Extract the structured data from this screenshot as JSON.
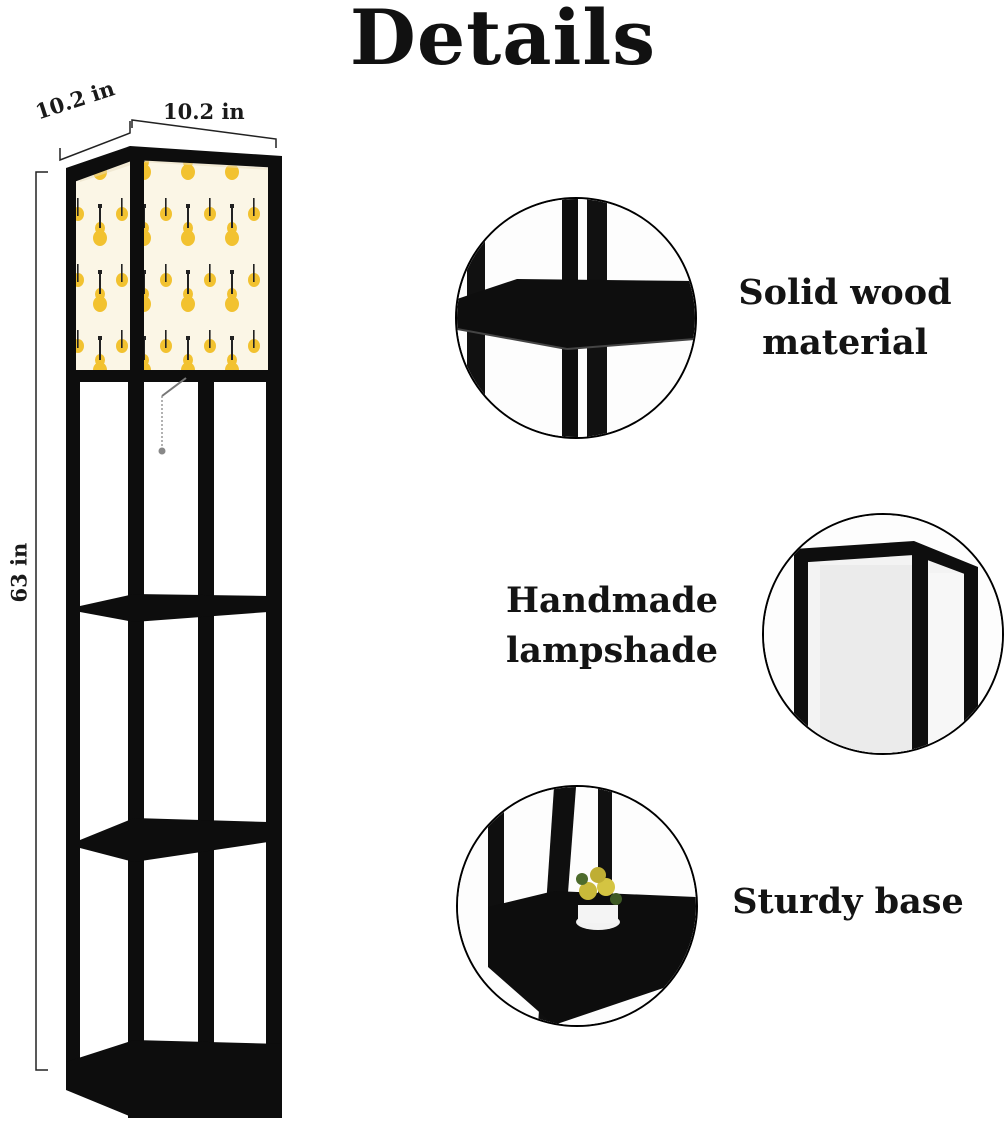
{
  "title": "Details",
  "dimensions": {
    "depth": "10.2 in",
    "width": "10.2 in",
    "height": "63 in"
  },
  "features": [
    {
      "label_line1": "Solid wood",
      "label_line2": "material"
    },
    {
      "label_line1": "Handmade",
      "label_line2": "lampshade"
    },
    {
      "label_line1": "Sturdy base",
      "label_line2": ""
    }
  ],
  "colors": {
    "frame": "#0d0d0d",
    "shade_background": "#fbf6e6",
    "guitar_yellow": "#f2c230"
  }
}
